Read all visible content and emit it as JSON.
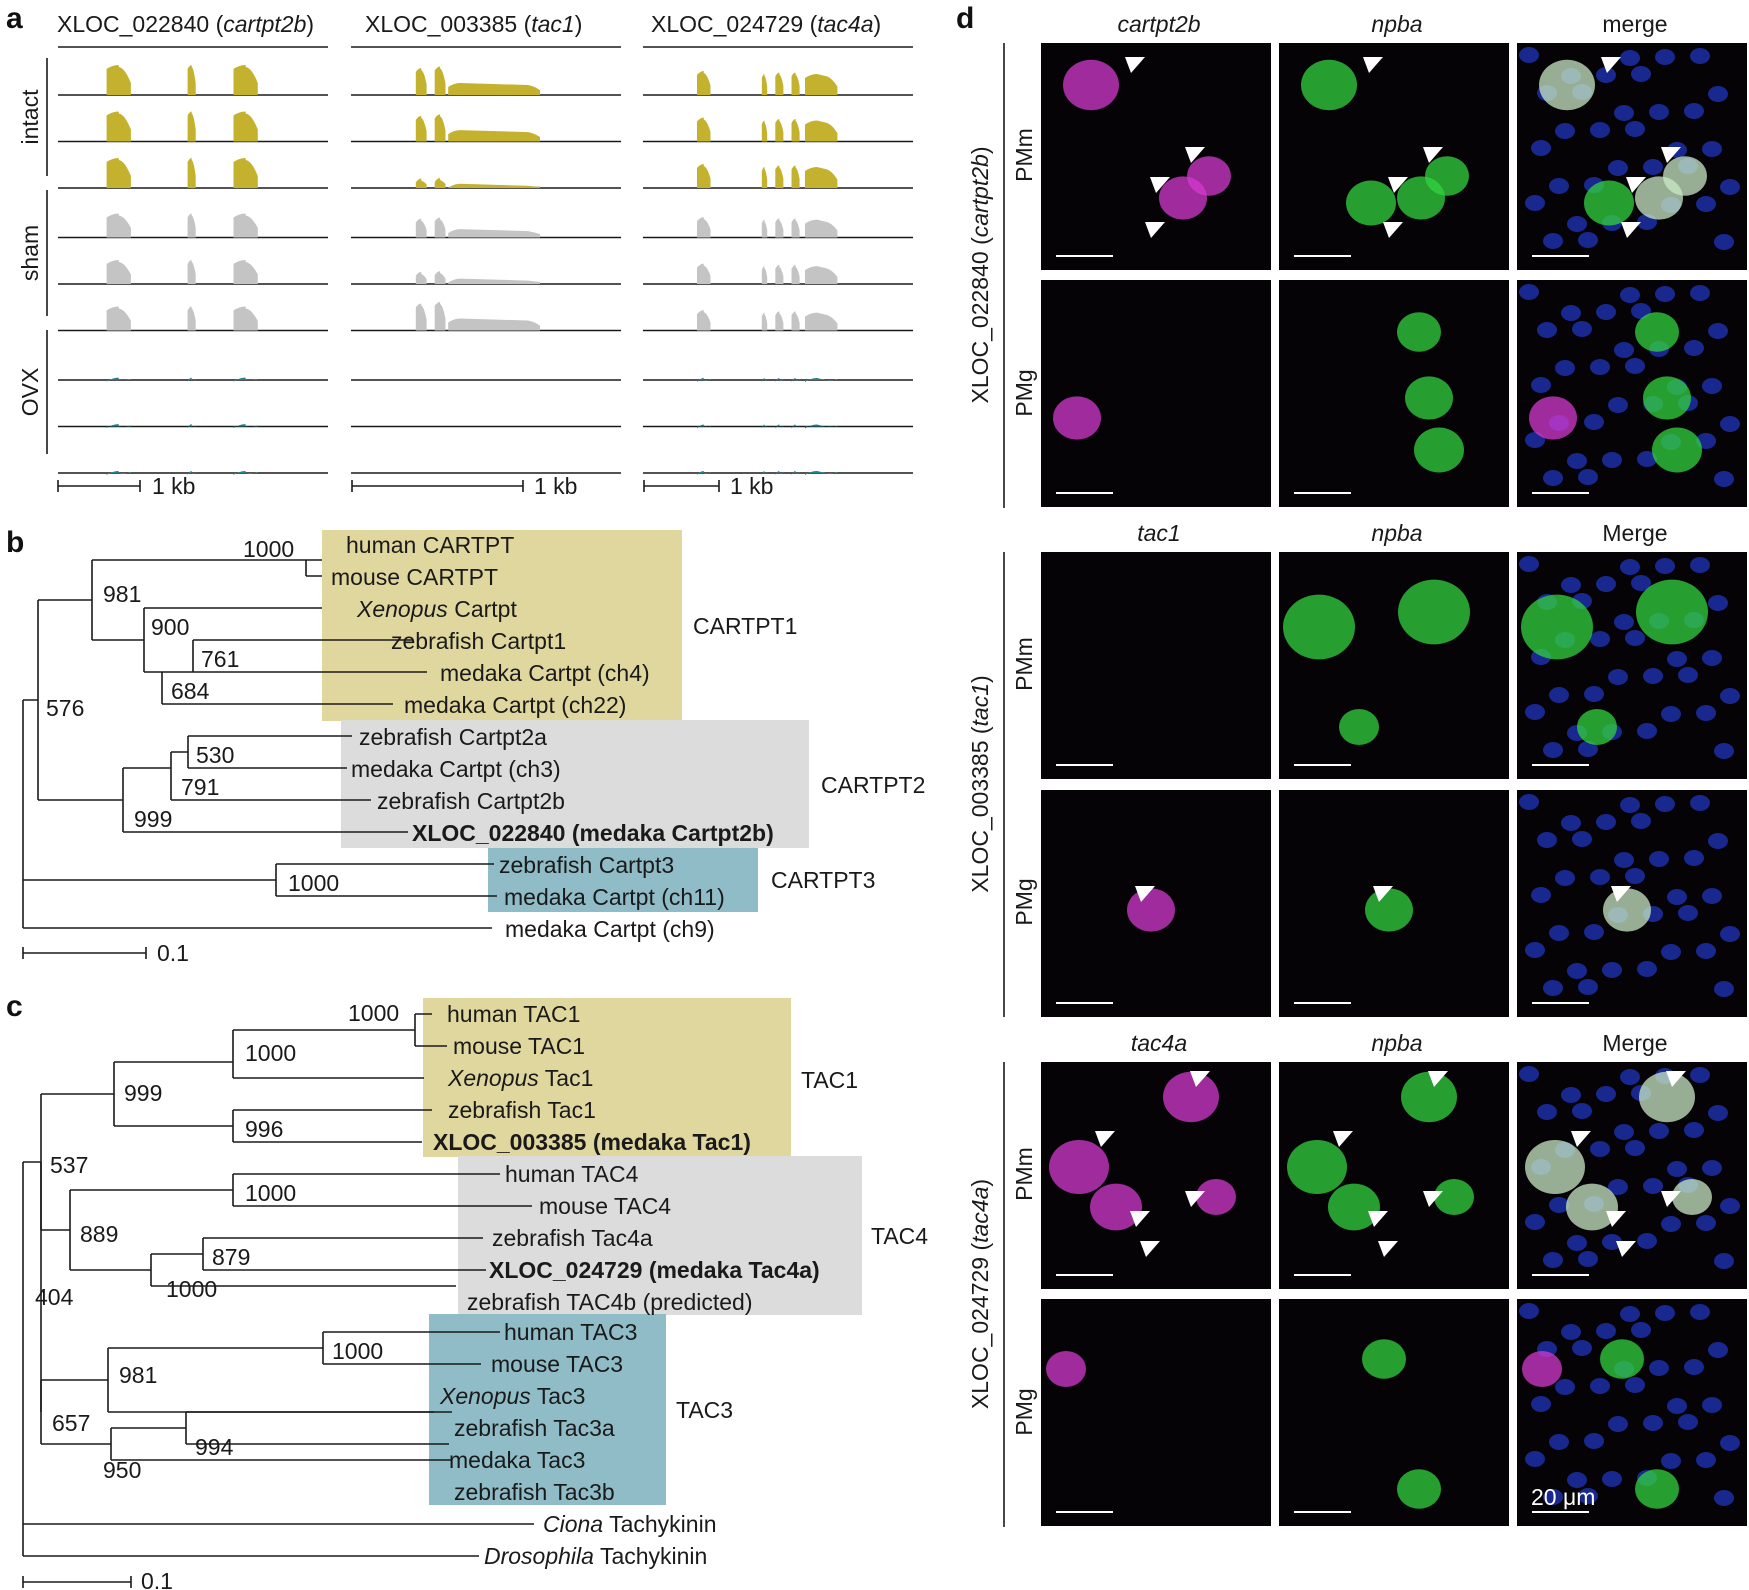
{
  "colors": {
    "intact": "#c4b22f",
    "sham": "#c4c4c4",
    "ovx": "#1f7f8c",
    "box_group1": "#e0d79e",
    "box_group2": "#dcdcdc",
    "box_group3": "#8fbcc6",
    "magenta": "#d43ad0",
    "green": "#33d33f",
    "blue": "#1c2fa8"
  },
  "panel_a": {
    "letter": "a",
    "tracks": [
      {
        "locus": "XLOC_022840",
        "gene": "cartpt2b",
        "scale": "1 kb"
      },
      {
        "locus": "XLOC_003385",
        "gene": "tac1",
        "scale": "1 kb"
      },
      {
        "locus": "XLOC_024729",
        "gene": "tac4a",
        "scale": "1 kb"
      }
    ],
    "groups": [
      "intact",
      "sham",
      "OVX"
    ]
  },
  "panel_b": {
    "letter": "b",
    "leaves": [
      "human CARTPT",
      "mouse CARTPT",
      "Xenopus",
      "Cartpt",
      "zebrafish Cartpt1",
      "medaka Cartpt (ch4)",
      "medaka Cartpt (ch22)",
      "zebrafish Cartpt2a",
      "medaka Cartpt (ch3)",
      "zebrafish Cartpt2b",
      "XLOC_022840 (medaka Cartpt2b)",
      "zebrafish Cartpt3",
      "medaka Cartpt (ch11)",
      "medaka Cartpt (ch9)"
    ],
    "bootstraps": [
      "1000",
      "981",
      "900",
      "761",
      "684",
      "576",
      "530",
      "791",
      "999",
      "1000"
    ],
    "groups": [
      "CARTPT1",
      "CARTPT2",
      "CARTPT3"
    ],
    "scale": "0.1"
  },
  "panel_c": {
    "letter": "c",
    "leaves": [
      "human TAC1",
      "mouse TAC1",
      "Xenopus",
      "Tac1",
      "zebrafish Tac1",
      "XLOC_003385 (medaka Tac1)",
      "human TAC4",
      "mouse TAC4",
      "zebrafish Tac4a",
      "XLOC_024729 (medaka Tac4a)",
      "zebrafish TAC4b (predicted)",
      "human TAC3",
      "mouse TAC3",
      "Xenopus",
      "Tac3",
      "zebrafish Tac3a",
      "medaka Tac3",
      "zebrafish Tac3b",
      "Ciona",
      "Tachykinin",
      "Drosophila",
      "Tachykinin"
    ],
    "bootstraps": [
      "1000",
      "1000",
      "999",
      "996",
      "537",
      "1000",
      "889",
      "879",
      "1000",
      "404",
      "1000",
      "981",
      "994",
      "657",
      "950"
    ],
    "groups": [
      "TAC1",
      "TAC4",
      "TAC3"
    ],
    "scale": "0.1"
  },
  "panel_d": {
    "letter": "d",
    "blocks": [
      {
        "row_label": "XLOC_022840 (",
        "gene": "cartpt2b",
        "close": ")",
        "columns": [
          "cartpt2b",
          "npba",
          "merge"
        ]
      },
      {
        "row_label": "XLOC_003385 (",
        "gene": "tac1",
        "close": ")",
        "columns": [
          "tac1",
          "npba",
          "Merge"
        ]
      },
      {
        "row_label": "XLOC_024729 (",
        "gene": "tac4a",
        "close": ")",
        "columns": [
          "tac4a",
          "npba",
          "Merge"
        ]
      }
    ],
    "subrows": [
      "PMm",
      "PMg"
    ],
    "scalebar": "20 μm"
  }
}
